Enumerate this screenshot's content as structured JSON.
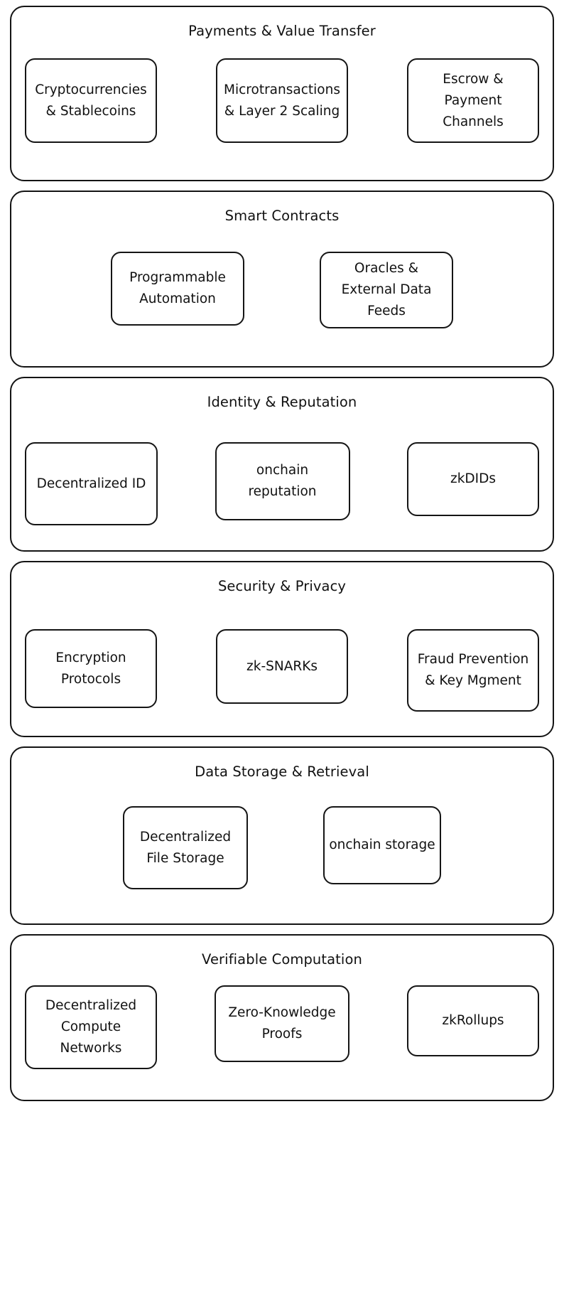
{
  "diagram": {
    "type": "layered-architecture",
    "orientation": "vertical-stack",
    "background_color": "#ffffff",
    "stroke_color": "#141414",
    "text_color": "#111111",
    "layers": [
      {
        "title": "Payments & Value Transfer",
        "children": [
          "Cryptocurrencies & Stablecoins",
          "Microtransactions & Layer 2 Scaling",
          "Escrow & Payment Channels"
        ]
      },
      {
        "title": "Smart Contracts",
        "children": [
          "Programmable Automation",
          "Oracles & External Data Feeds"
        ]
      },
      {
        "title": "Identity & Reputation",
        "children": [
          "Decentralized ID",
          "onchain reputation",
          "zkDIDs"
        ]
      },
      {
        "title": "Security & Privacy",
        "children": [
          "Encryption Protocols",
          "zk-SNARKs",
          "Fraud Prevention & Key Mgment"
        ]
      },
      {
        "title": "Data Storage & Retrieval",
        "children": [
          "Decentralized File Storage",
          "onchain storage"
        ]
      },
      {
        "title": "Verifiable Computation",
        "children": [
          "Decentralized Compute Networks",
          "Zero-Knowledge Proofs",
          "zkRollups"
        ]
      }
    ]
  }
}
